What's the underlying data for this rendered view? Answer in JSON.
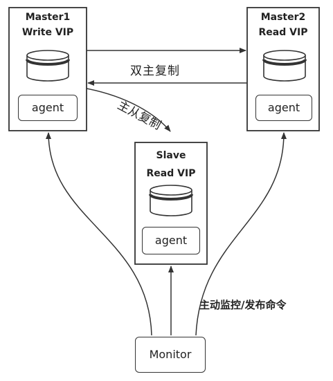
{
  "nodes": {
    "master1": {
      "title_line1": "Master1",
      "title_line2": "Write VIP",
      "agent_label": "agent"
    },
    "master2": {
      "title_line1": "Master2",
      "title_line2": "Read VIP",
      "agent_label": "agent"
    },
    "slave": {
      "title_line1": "Slave",
      "title_line2": "Read VIP",
      "agent_label": "agent"
    },
    "monitor": {
      "label": "Monitor"
    }
  },
  "edges": {
    "dual_master": "双主复制",
    "master_slave": "主从复制",
    "monitor": "主动监控/发布命令"
  },
  "colors": {
    "stroke": "#333333",
    "db_fill": "#ffffff",
    "db_band": "#333333"
  }
}
